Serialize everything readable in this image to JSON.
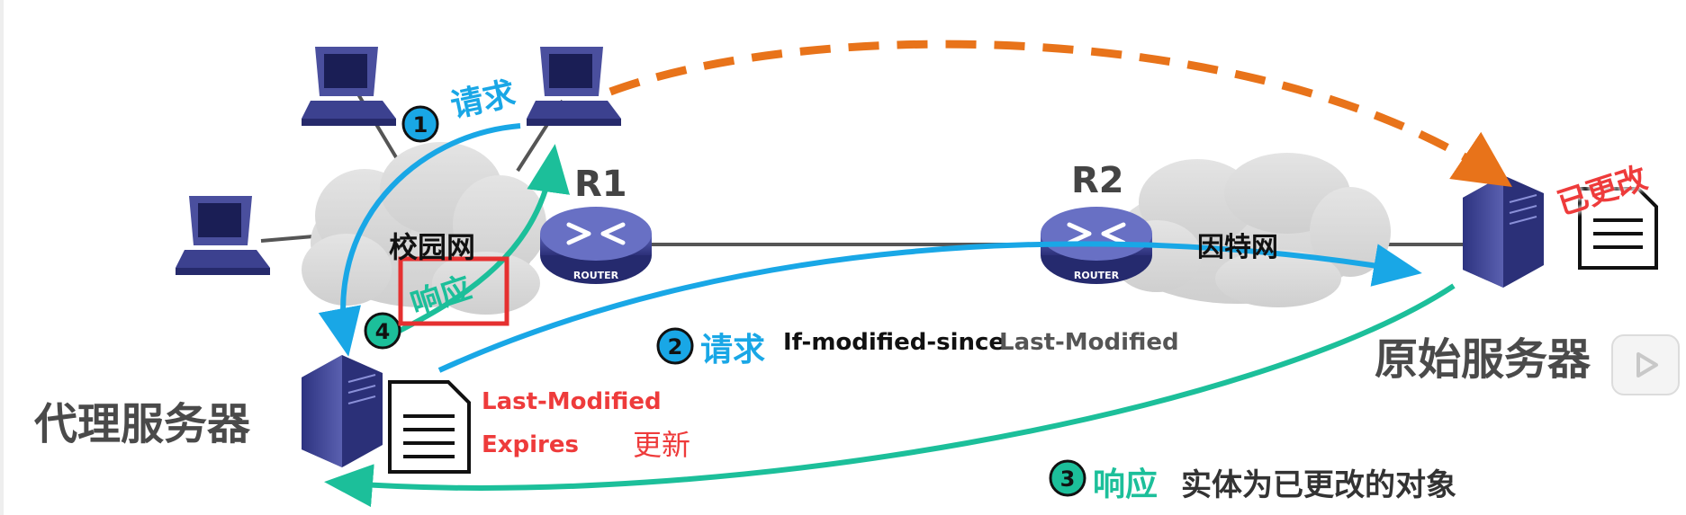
{
  "labels": {
    "campus_net": "校园网",
    "internet": "因特网",
    "r1": "R1",
    "r2": "R2",
    "router_text": "ROUTER",
    "proxy_server": "代理服务器",
    "origin_server": "原始服务器",
    "modified_stamp": "已更改",
    "update": "更新",
    "doc_last_modified": "Last-Modified",
    "doc_expires": "Expires"
  },
  "steps": {
    "s1": {
      "num": "1",
      "text": "请求"
    },
    "s2": {
      "num": "2",
      "text": "请求",
      "header1": "If-modified-since",
      "header2": "Last-Modified"
    },
    "s3": {
      "num": "3",
      "text": "响应",
      "detail": "实体为已更改的对象"
    },
    "s4": {
      "num": "4",
      "text": "响应"
    }
  },
  "colors": {
    "blue": "#19a7e6",
    "teal": "#1cbf9a",
    "orange": "#e8731a",
    "red": "#ee3b3b",
    "navy": "#3b3f8f"
  },
  "icons": [
    "computer-icon",
    "router-icon",
    "server-icon",
    "document-icon",
    "cloud-icon",
    "play-icon"
  ]
}
